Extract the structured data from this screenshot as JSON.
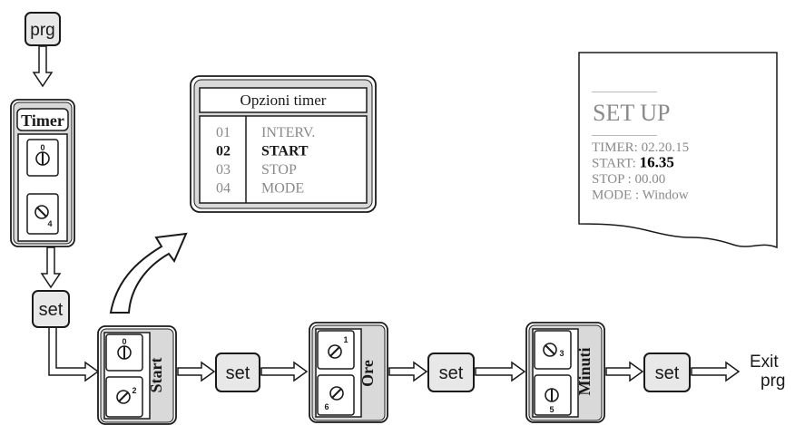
{
  "keys": {
    "prg": "prg",
    "set": "set"
  },
  "timer_panel": {
    "title": "Timer",
    "dial_top_number": "0",
    "dial_bottom_number": "4"
  },
  "options_menu": {
    "title": "Opzioni timer",
    "items": [
      {
        "num": "01",
        "label": "INTERV.",
        "selected": false
      },
      {
        "num": "02",
        "label": "START",
        "selected": true
      },
      {
        "num": "03",
        "label": "STOP",
        "selected": false
      },
      {
        "num": "04",
        "label": "MODE",
        "selected": false
      }
    ]
  },
  "steps": [
    {
      "label": "Start",
      "top_number": "0",
      "bottom_number": "2"
    },
    {
      "label": "Ore",
      "top_number": "1",
      "bottom_number": "6"
    },
    {
      "label": "Minuti",
      "top_number": "3",
      "bottom_number": "5"
    }
  ],
  "exit": {
    "line1": "Exit",
    "line2": "prg"
  },
  "receipt": {
    "dash_top": "____________",
    "title": "SET UP",
    "dash_bottom": "____________",
    "lines": [
      {
        "label": "TIMER: ",
        "value": "02.20.15",
        "highlight": false
      },
      {
        "label": "START: ",
        "value": "16.35",
        "highlight": true
      },
      {
        "label": "STOP : ",
        "value": "00.00",
        "highlight": false
      },
      {
        "label": "MODE : ",
        "value": "Window",
        "highlight": false
      }
    ]
  },
  "colors": {
    "stroke": "#1a1a1a",
    "key_fill": "#e8e8e8",
    "panel_fill": "#d9d9d9",
    "muted_text": "#8a8a8a",
    "menu_selected_text": "#1a1a1a"
  }
}
